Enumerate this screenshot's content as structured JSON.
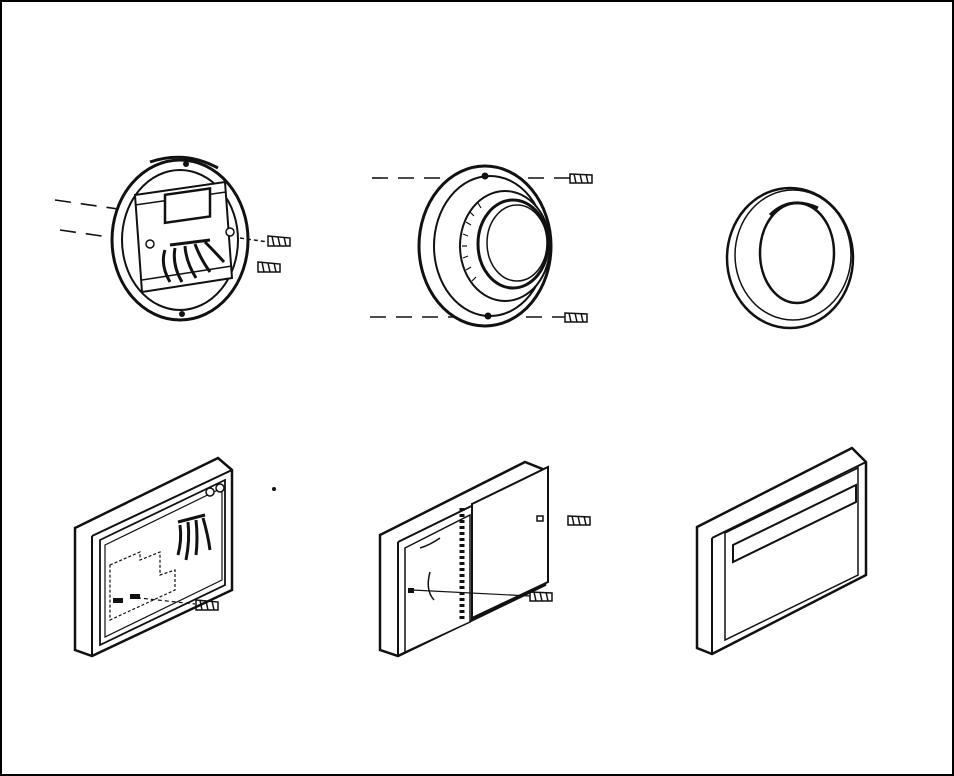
{
  "figure": {
    "border_color": "#000000",
    "background": "#ffffff",
    "ink_color": "#111111",
    "fill_light": "#ffffff",
    "fill_grey": "#d8d8d8",
    "fill_dark": "#222222"
  },
  "panels": {
    "round_wiring_plate": {
      "icon": "round-wallplate-with-wires"
    },
    "round_thermostat_mounting": {
      "icon": "round-thermostat-dial"
    },
    "round_cover": {
      "icon": "round-cover-ring"
    },
    "rect_wiring_plate": {
      "icon": "rectangular-wallplate-with-wires"
    },
    "rect_thermostat_mounting": {
      "icon": "rectangular-thermostat-base"
    },
    "rect_cover": {
      "icon": "rectangular-cover"
    }
  }
}
